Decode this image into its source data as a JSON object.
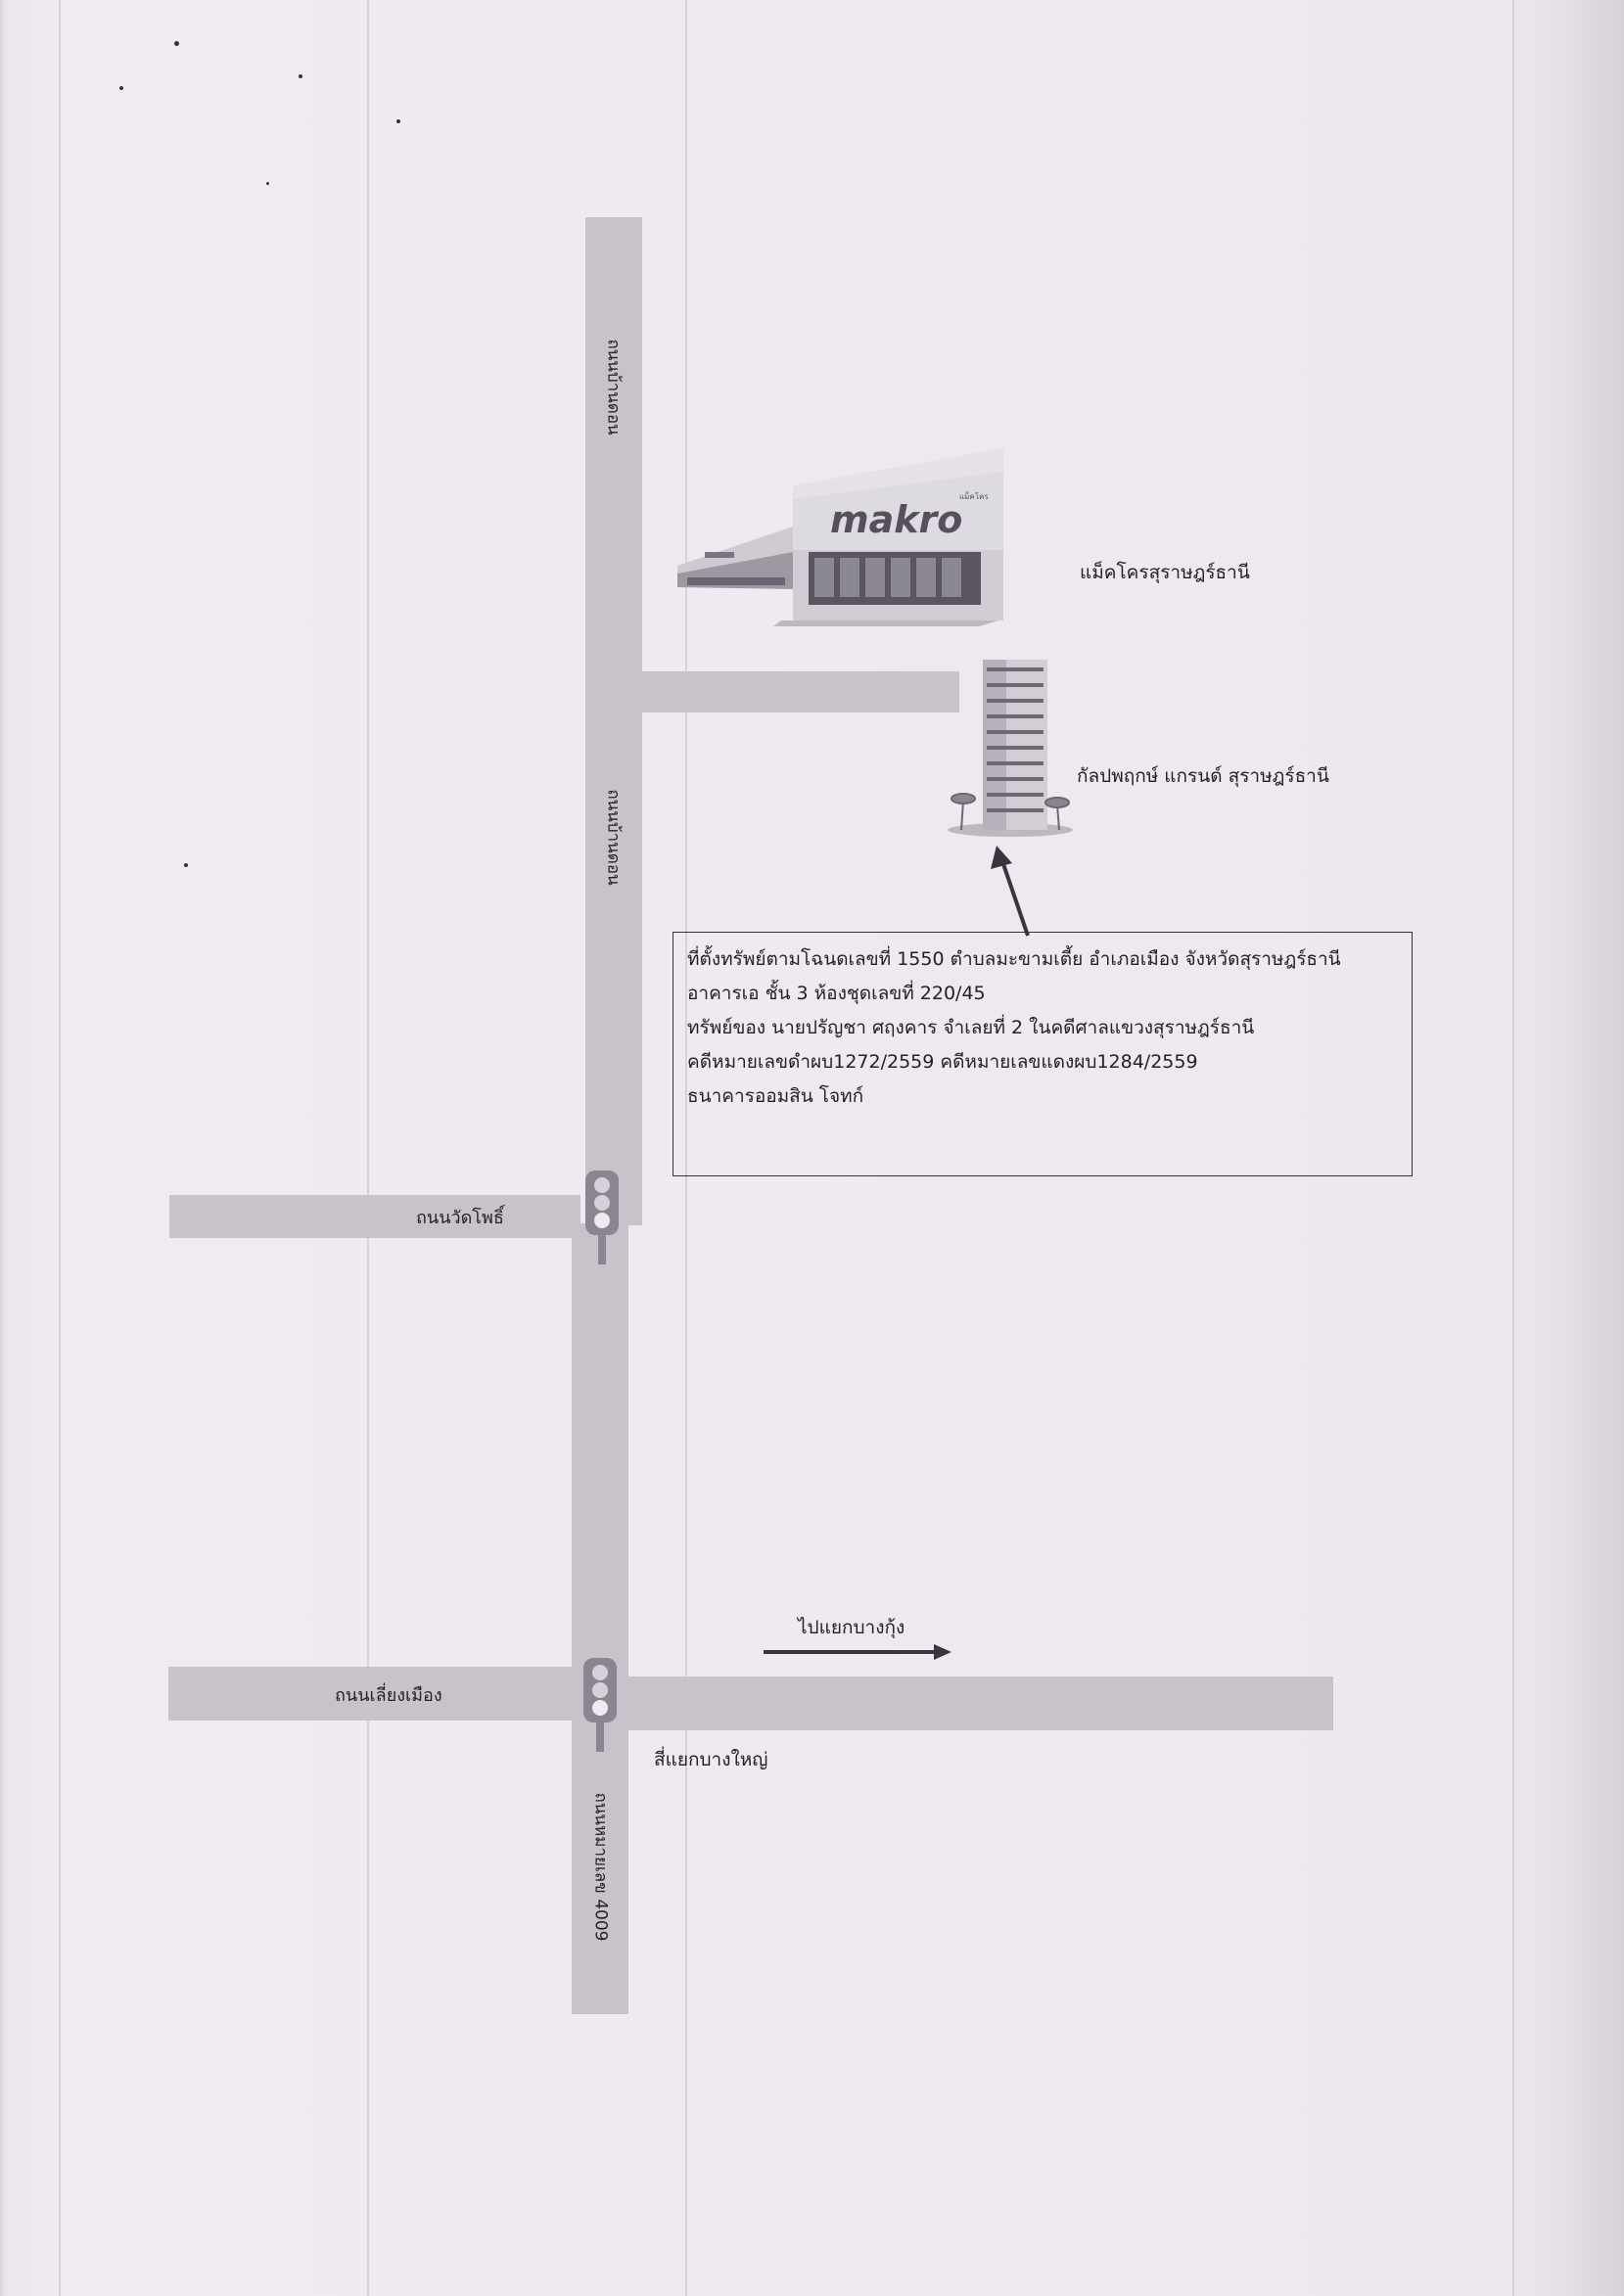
{
  "map": {
    "roads": {
      "main_north_a": "ถนนบ้านดอน",
      "main_north_b": "ถนนบ้านดอน",
      "main_south": "ถนนหมายเลข 4009",
      "wat_pho": "ถนนวัดโพธิ์",
      "liang_mueang": "ถนนเลี่ยงเมือง"
    },
    "places": {
      "makro": "แม็คโครสุราษฎร์ธานี",
      "makro_logo": "makro",
      "makro_logo_thai": "แม็คโคร",
      "condo": "กัลปพฤกษ์ แกรนด์ สุราษฎร์ธานี",
      "intersection": "สี่แยกบางใหญ่",
      "direction": "ไปแยกบางกุ้ง"
    },
    "info_box": {
      "lines": [
        "ที่ตั้งทรัพย์ตามโฉนดเลขที่ 1550  ตำบลมะขามเตี้ย อำเภอเมือง จังหวัดสุราษฎร์ธานี",
        "อาคารเอ ชั้น 3 ห้องชุดเลขที่ 220/45",
        "ทรัพย์ของ นายปรัญชา ศฤงคาร จำเลยที่  2 ในคดีศาลแขวงสุราษฎร์ธานี",
        "คดีหมายเลขดำผบ1272/2559  คดีหมายเลขแดงผบ1284/2559",
        "ธนาคารออมสิน  โจทก์"
      ]
    },
    "colors": {
      "road": "#c8c3cb",
      "paper": "#ece7ee",
      "arrow": "#3a3440",
      "traffic_light_body": "#8a8590"
    },
    "icons": [
      "makro-store-icon",
      "condo-building-icon",
      "traffic-light-icon",
      "arrow-right-icon",
      "pointer-arrow-icon"
    ]
  }
}
